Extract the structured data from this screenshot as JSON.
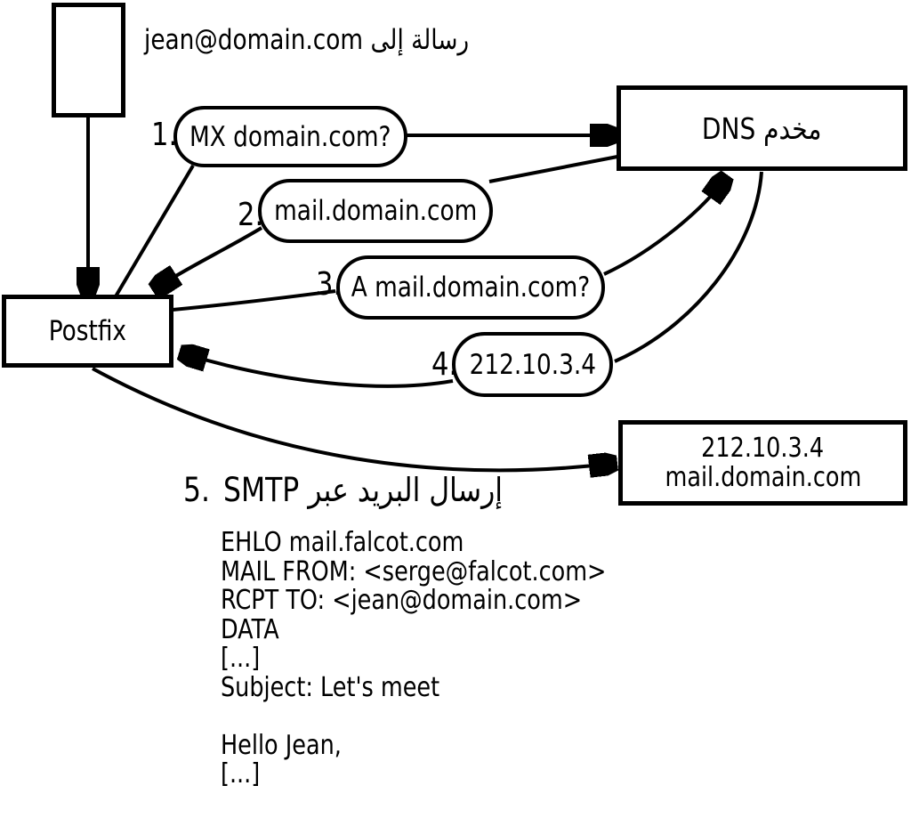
{
  "colors": {
    "ink": "#000000",
    "background": "#ffffff"
  },
  "annotation": {
    "message_note": "رسالة إلى jean@domain.com"
  },
  "nodes": {
    "postfix_label": "Postfix",
    "dns_label": "مخدم DNS",
    "target_ip": "212.10.3.4",
    "target_host": "mail.domain.com"
  },
  "steps": [
    {
      "num": "1.",
      "label": "MX domain.com?"
    },
    {
      "num": "2.",
      "label": "mail.domain.com"
    },
    {
      "num": "3.",
      "label": "A mail.domain.com?"
    },
    {
      "num": "4.",
      "label": "212.10.3.4"
    },
    {
      "num": "5.",
      "label": "إرسال البريد عبر SMTP"
    }
  ],
  "smtp_session": "EHLO mail.falcot.com\nMAIL FROM: <serge@falcot.com>\nRCPT TO: <jean@domain.com>\nDATA\n[...]\nSubject: Let's meet\n\nHello Jean,\n[...]\n\n."
}
